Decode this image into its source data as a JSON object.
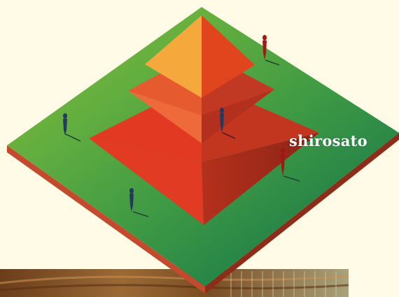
{
  "label": {
    "text": "shirosato"
  },
  "colors": {
    "background": "#fffbe6",
    "platform_green_light": "#8bc43a",
    "platform_green_dark": "#0a6e4a",
    "platform_edge": "#b8412a",
    "pyramid_base_left": "#e63b23",
    "pyramid_base_right": "#b83425",
    "pyramid_mid_left": "#f06a3b",
    "pyramid_mid_right": "#c23a26",
    "pyramid_top_left": "#f6a83a",
    "pyramid_top_right": "#e0461d",
    "photo_wood": "#8a5a2a"
  },
  "figures": [
    {
      "color": "navy",
      "type": "figure-navy-icon"
    },
    {
      "color": "red",
      "type": "figure-red-icon"
    },
    {
      "color": "navy",
      "type": "figure-navy-icon"
    },
    {
      "color": "navy",
      "type": "figure-navy-icon"
    },
    {
      "color": "red",
      "type": "figure-red-icon"
    }
  ]
}
